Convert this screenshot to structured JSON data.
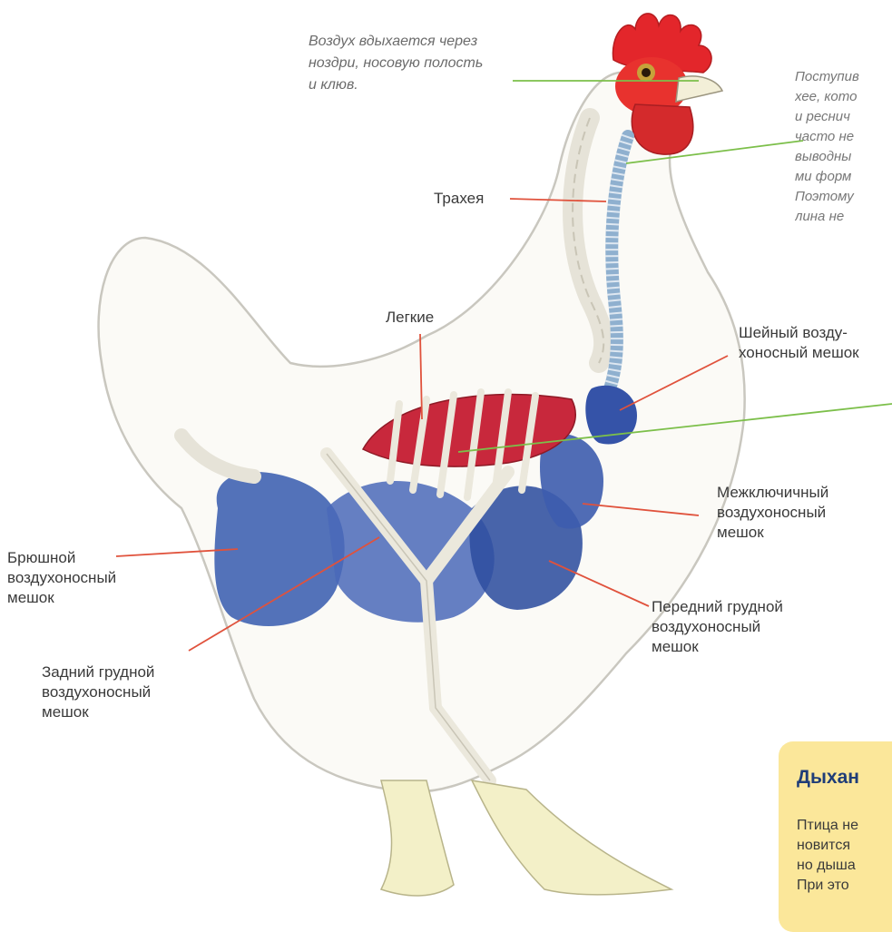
{
  "labels": {
    "intake": "Воздух вдыхается через\nноздри, носовую полость\nи клюв.",
    "trachea": "Трахея",
    "lungs": "Легкие",
    "cervical": "Шейный возду-\nхоносный мешок",
    "interclavicular": "Межключичный\nвоздухоносный\nмешок",
    "abdominal": "Брюшной\nвоздухоносный\nмешок",
    "posterior_thoracic": "Задний грудной\nвоздухоносный\nмешок",
    "anterior_thoracic": "Передний грудной\nвоздухоносный\nмешок"
  },
  "sidebar_lines": [
    "Поступив",
    "хее, кото",
    "и реснич",
    "часто не",
    "выводны",
    "ми форм",
    "Поэтому",
    "лина не"
  ],
  "box": {
    "title": "Дыхан",
    "lines": [
      "Птица не",
      "новится",
      "но дыша",
      "При это"
    ]
  },
  "colors": {
    "green_leader": "#7cbf4a",
    "red_leader": "#e0523c",
    "air_sac": "#3b5fb0",
    "lung": "#c8283c",
    "comb": "#e3262b",
    "box_bg": "#fbe79a",
    "box_title": "#1f3d78"
  }
}
